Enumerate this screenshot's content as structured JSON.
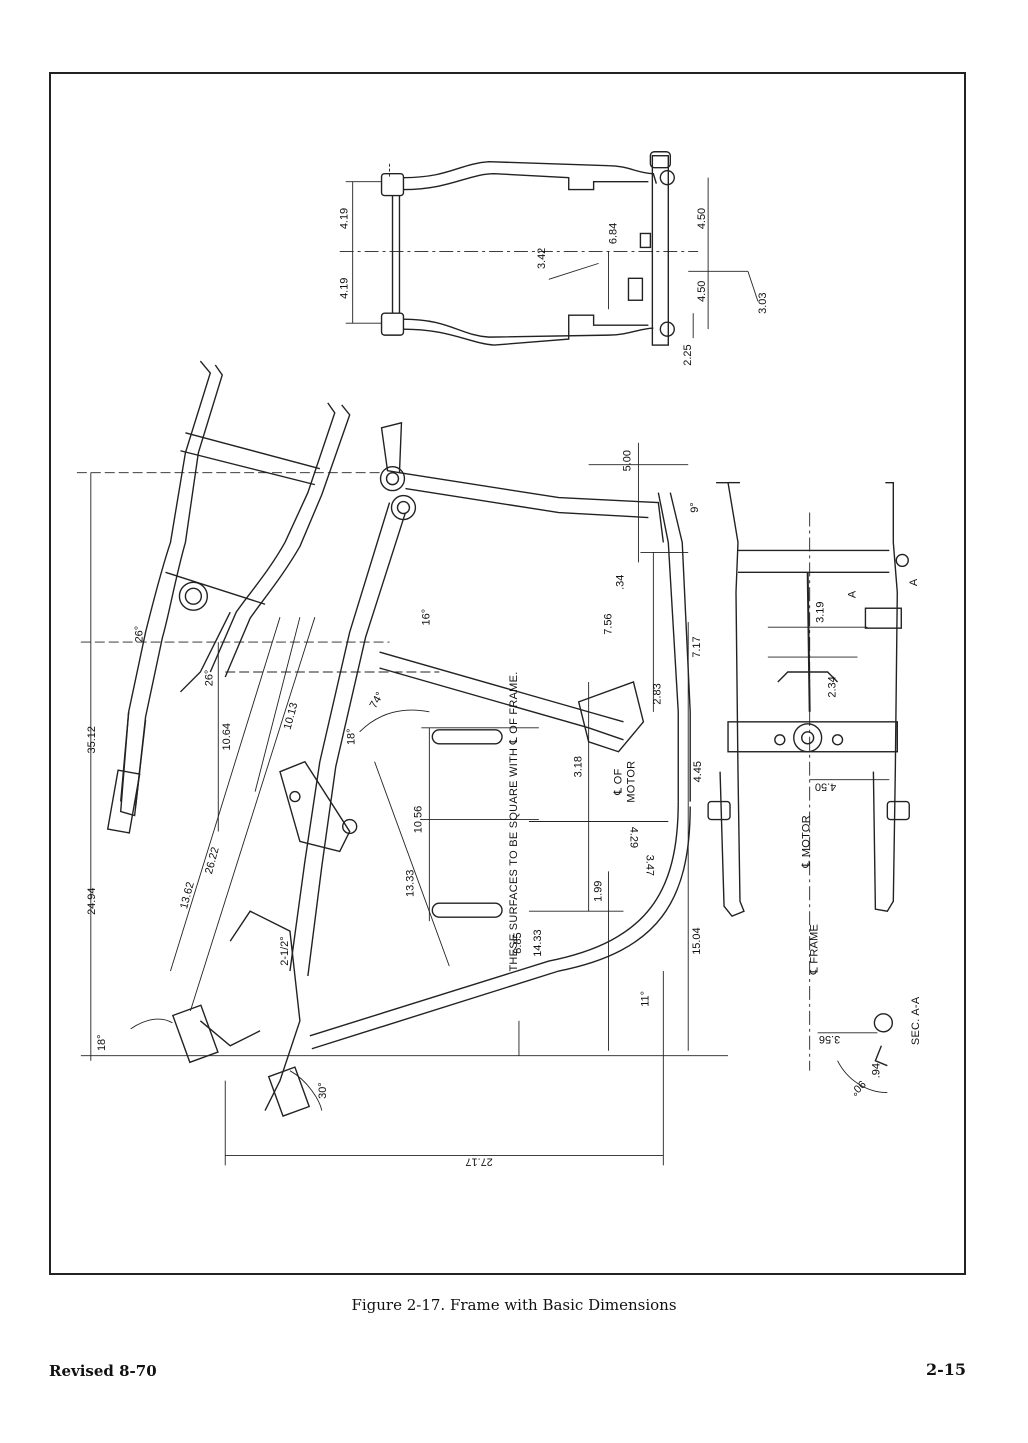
{
  "figure": {
    "caption": "Figure 2-17.  Frame with Basic Dimensions",
    "note": "THESE SURFACES TO BE SQUARE WITH ℄ OF FRAME.",
    "labels": {
      "cl_of_motor_1": "℄ OF",
      "cl_of_motor_2": "MOTOR",
      "cl_motor": "℄ MOTOR",
      "cl_frame": "℄ FRAME",
      "section": "SEC. A-A",
      "arrow_a1": "A",
      "arrow_a2": "A"
    },
    "dimensions": {
      "d_4_19_top": "4.19",
      "d_4_19_bot": "4.19",
      "d_6_84": "6.84",
      "d_3_42": "3.42",
      "d_4_50_top": "4.50",
      "d_4_50_bot": "4.50",
      "d_3_03": "3.03",
      "d_2_25": "2.25",
      "d_5_00": "5.00",
      "d_9deg": "9°",
      "d_34": ".34",
      "d_7_56": "7.56",
      "d_7_17": "7.17",
      "d_2_83": "2.83",
      "d_16deg": "16°",
      "d_74deg": "74°",
      "d_18deg_a": "18°",
      "d_26deg_a": "26°",
      "d_26deg_b": "26°",
      "d_35_12": "35.12",
      "d_10_64": "10.64",
      "d_10_13": "10.13",
      "d_10_56": "10.56",
      "d_3_18": "3.18",
      "d_4_45": "4.45",
      "d_4_29": "4.29",
      "d_3_47": "3.47",
      "d_1_99": "1.99",
      "d_13_33": "13.33",
      "d_26_22": "26.22",
      "d_13_62": "13.62",
      "d_24_94": "24.94",
      "d_2_5": "2-1/2°",
      "d_8_85": "8.85",
      "d_14_33": "14.33",
      "d_15_04": "15.04",
      "d_11deg": "11°",
      "d_18deg_b": "18°",
      "d_30deg": "30°",
      "d_27_17": "27.17",
      "d_3_19": "3.19",
      "d_2_34": "2.34",
      "d_4_50_rt": "4.50",
      "d_3_56": "3.56",
      "d_90deg": "90°",
      "d_94": ".94"
    }
  },
  "footer": {
    "left": "Revised 8-70",
    "right": "2-15"
  }
}
